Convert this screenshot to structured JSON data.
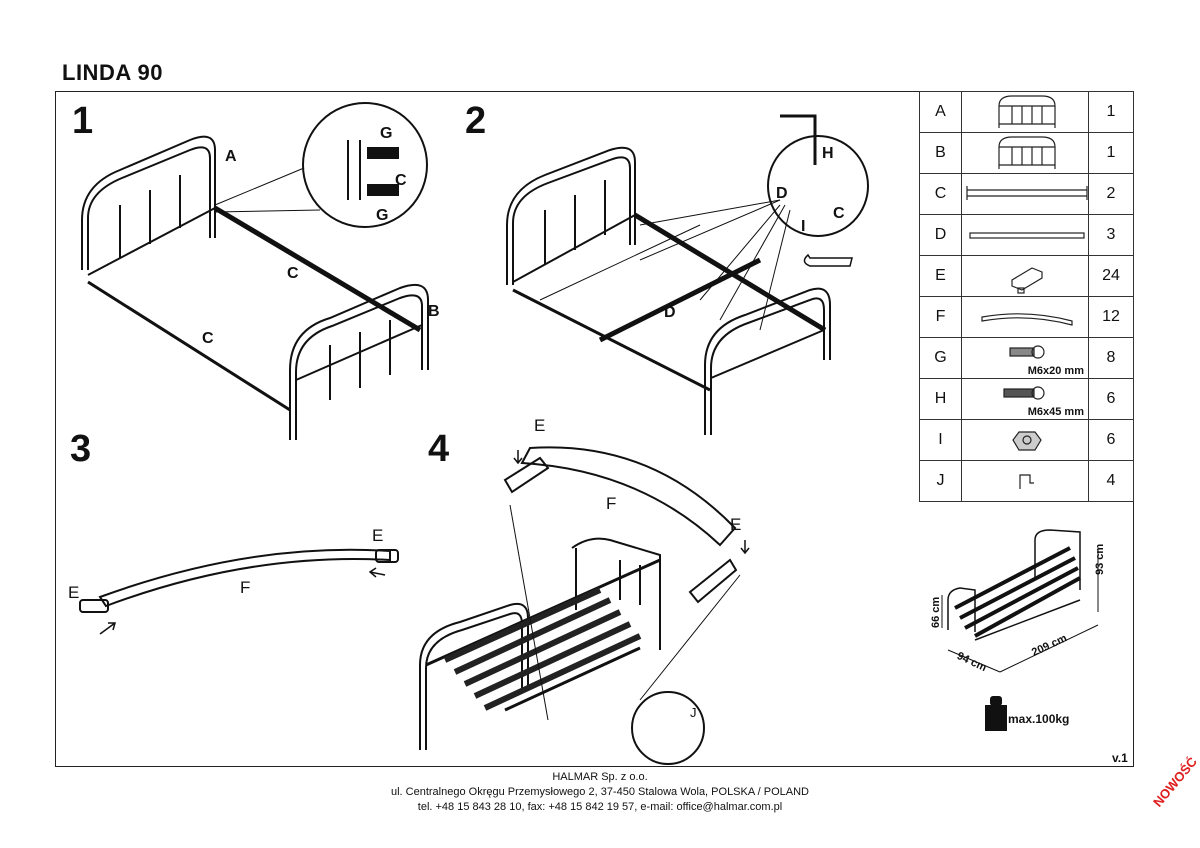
{
  "title": "LINDA 90",
  "steps": {
    "s1": "1",
    "s2": "2",
    "s3": "3",
    "s4": "4"
  },
  "callouts": {
    "a": "A",
    "b": "B",
    "c": "C",
    "d": "D",
    "e": "E",
    "f": "F",
    "g": "G",
    "h": "H",
    "i": "I",
    "j": "J"
  },
  "parts": [
    {
      "letter": "A",
      "qty": "1",
      "icon": "headboard-icon",
      "spec": ""
    },
    {
      "letter": "B",
      "qty": "1",
      "icon": "footboard-icon",
      "spec": ""
    },
    {
      "letter": "C",
      "qty": "2",
      "icon": "side-rail-icon",
      "spec": ""
    },
    {
      "letter": "D",
      "qty": "3",
      "icon": "center-bar-icon",
      "spec": ""
    },
    {
      "letter": "E",
      "qty": "24",
      "icon": "slat-holder-icon",
      "spec": ""
    },
    {
      "letter": "F",
      "qty": "12",
      "icon": "slat-icon",
      "spec": ""
    },
    {
      "letter": "G",
      "qty": "8",
      "icon": "bolt-icon",
      "spec": "M6x20 mm"
    },
    {
      "letter": "H",
      "qty": "6",
      "icon": "bolt-long-icon",
      "spec": "M6x45 mm"
    },
    {
      "letter": "I",
      "qty": "6",
      "icon": "nut-icon",
      "spec": ""
    },
    {
      "letter": "J",
      "qty": "4",
      "icon": "clip-icon",
      "spec": ""
    }
  ],
  "dimensions": {
    "height_head": "93 cm",
    "height_foot": "66 cm",
    "width": "94 cm",
    "length": "209 cm"
  },
  "max_load": "max.100kg",
  "version": "v.1",
  "stamp": "NOWOŚĆ",
  "footer": {
    "company": "HALMAR Sp. z o.o.",
    "address": "ul. Centralnego Okręgu Przemysłowego 2, 37-450 Stalowa Wola, POLSKA / POLAND",
    "contact": "tel. +48 15 843 28 10, fax: +48 15 842 19 57, e-mail: office@halmar.com.pl"
  }
}
